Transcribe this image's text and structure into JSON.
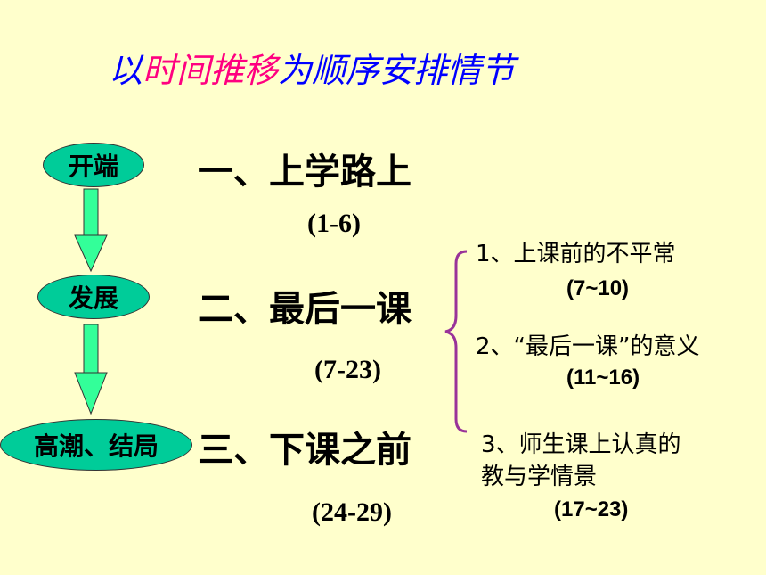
{
  "title": {
    "segments": [
      {
        "text": "以",
        "color": "#0000ff"
      },
      {
        "text": "时间推移",
        "color": "#ff0080"
      },
      {
        "text": "为顺序安排情节",
        "color": "#0000ff"
      }
    ]
  },
  "stages": [
    {
      "label": "开端"
    },
    {
      "label": "发展"
    },
    {
      "label": "高潮、结局"
    }
  ],
  "sections": [
    {
      "heading": "一、上学路上",
      "range": "(1-6)"
    },
    {
      "heading": "二、最后一课",
      "range": "(7-23)"
    },
    {
      "heading": "三、下课之前",
      "range": "(24-29)"
    }
  ],
  "subpoints": [
    {
      "text": "1、上课前的不平常",
      "range": "(7~10)"
    },
    {
      "text": "2、“最后一课”的意义",
      "range": "(11~16)"
    },
    {
      "text_line1": "3、师生课上认真的",
      "text_line2": "教与学情景",
      "range": "(17~23)"
    }
  ],
  "colors": {
    "background": "#ffffcc",
    "oval_fill": "#00cc99",
    "arrow_fill": "#33ff99",
    "brace": "#993399",
    "title_blue": "#0000ff",
    "title_pink": "#ff0080"
  }
}
